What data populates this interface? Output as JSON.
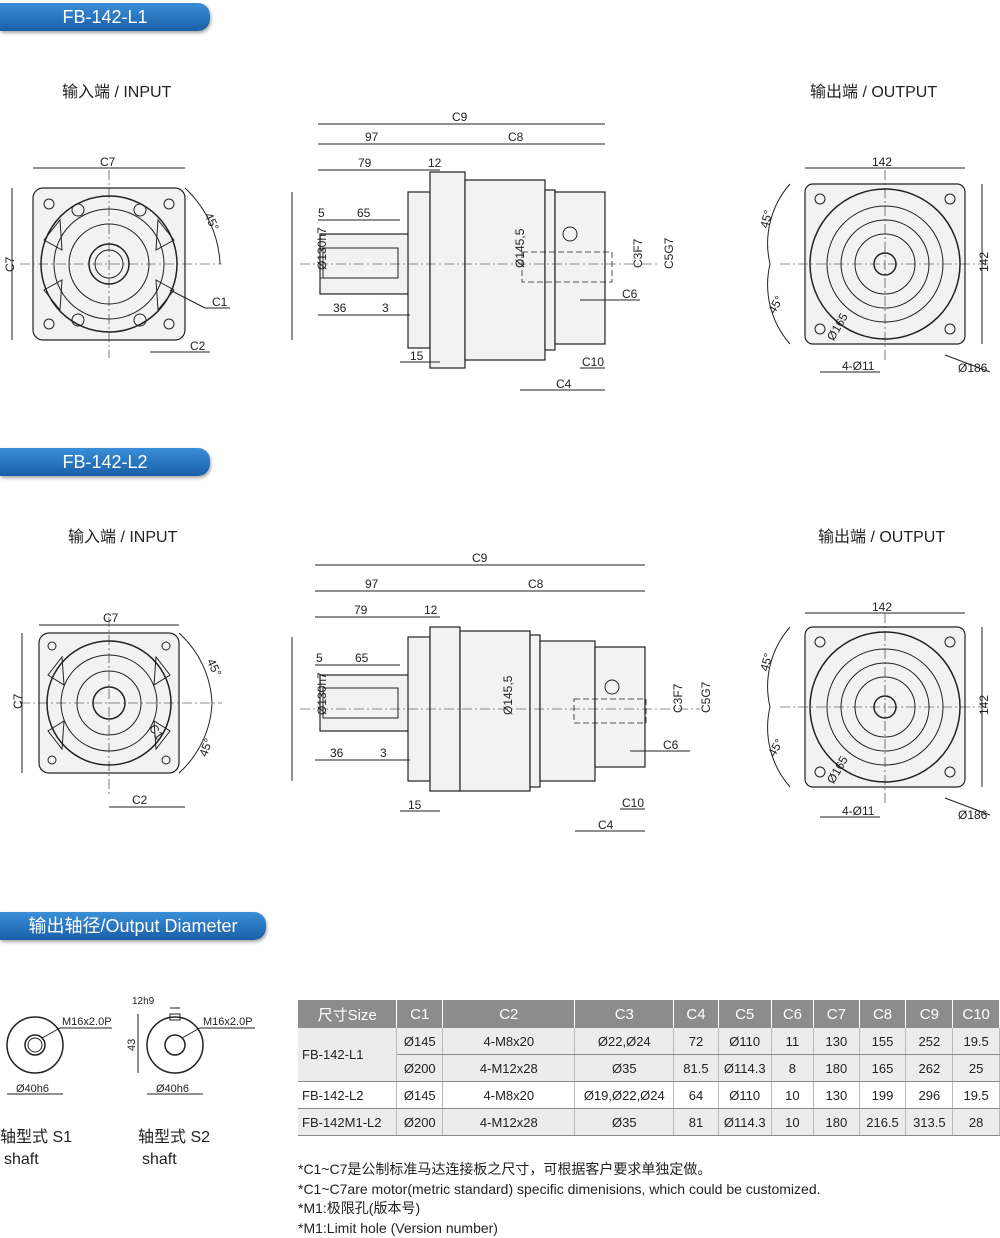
{
  "sections": {
    "l1": {
      "title": "FB-142-L1",
      "input": "输入端 / INPUT",
      "output": "输出端 / OUTPUT"
    },
    "l2": {
      "title": "FB-142-L2",
      "input": "输入端 / INPUT",
      "output": "输出端 / OUTPUT"
    },
    "diameter": {
      "title": "输出轴径/Output Diameter"
    }
  },
  "dims": {
    "c7": "C7",
    "c1": "C1",
    "c2": "C2",
    "angle": "45°",
    "c9": "C9",
    "d97": "97",
    "c8": "C8",
    "d79": "79",
    "d12": "12",
    "d5": "5",
    "d65": "65",
    "d130": "Ø130h7",
    "d145": "Ø145,5",
    "d36": "36",
    "d3": "3",
    "d15": "15",
    "c3": "C3F7",
    "c5": "C5G7",
    "c6": "C6",
    "c10": "C10",
    "c4": "C4",
    "d142": "142",
    "d165": "Ø165",
    "d411": "4-Ø11",
    "d186": "Ø186"
  },
  "shafts": {
    "s1": {
      "thread": "M16x2.0P",
      "dia": "Ø40h6",
      "name": "轴型式 S1",
      "en": "shaft"
    },
    "s2": {
      "thread": "M16x2.0P",
      "dia": "Ø40h6",
      "key": "12h9",
      "len": "43",
      "name": "轴型式 S2",
      "en": "shaft"
    }
  },
  "table": {
    "headers": [
      "尺寸Size",
      "C1",
      "C2",
      "C3",
      "C4",
      "C5",
      "C6",
      "C7",
      "C8",
      "C9",
      "C10"
    ],
    "rows": [
      {
        "model": "FB-142-L1",
        "cells": [
          [
            "Ø145",
            "4-M8x20",
            "Ø22,Ø24",
            "72",
            "Ø110",
            "11",
            "130",
            "155",
            "252",
            "19.5"
          ],
          [
            "Ø200",
            "4-M12x28",
            "Ø35",
            "81.5",
            "Ø114.3",
            "8",
            "180",
            "165",
            "262",
            "25"
          ]
        ]
      },
      {
        "model": "FB-142-L2",
        "cells": [
          [
            "Ø145",
            "4-M8x20",
            "Ø19,Ø22,Ø24",
            "64",
            "Ø110",
            "10",
            "130",
            "199",
            "296",
            "19.5"
          ]
        ]
      },
      {
        "model": "FB-142M1-L2",
        "cells": [
          [
            "Ø200",
            "4-M12x28",
            "Ø35",
            "81",
            "Ø114.3",
            "10",
            "180",
            "216.5",
            "313.5",
            "28"
          ]
        ]
      }
    ]
  },
  "notes": [
    "*C1~C7是公制标准马达连接板之尺寸，可根据客户要求单独定做。",
    "*C1~C7are motor(metric standard) specific dimenisions, which could be customized.",
    "*M1:极限孔(版本号)",
    "*M1:Limit hole (Version number)"
  ]
}
